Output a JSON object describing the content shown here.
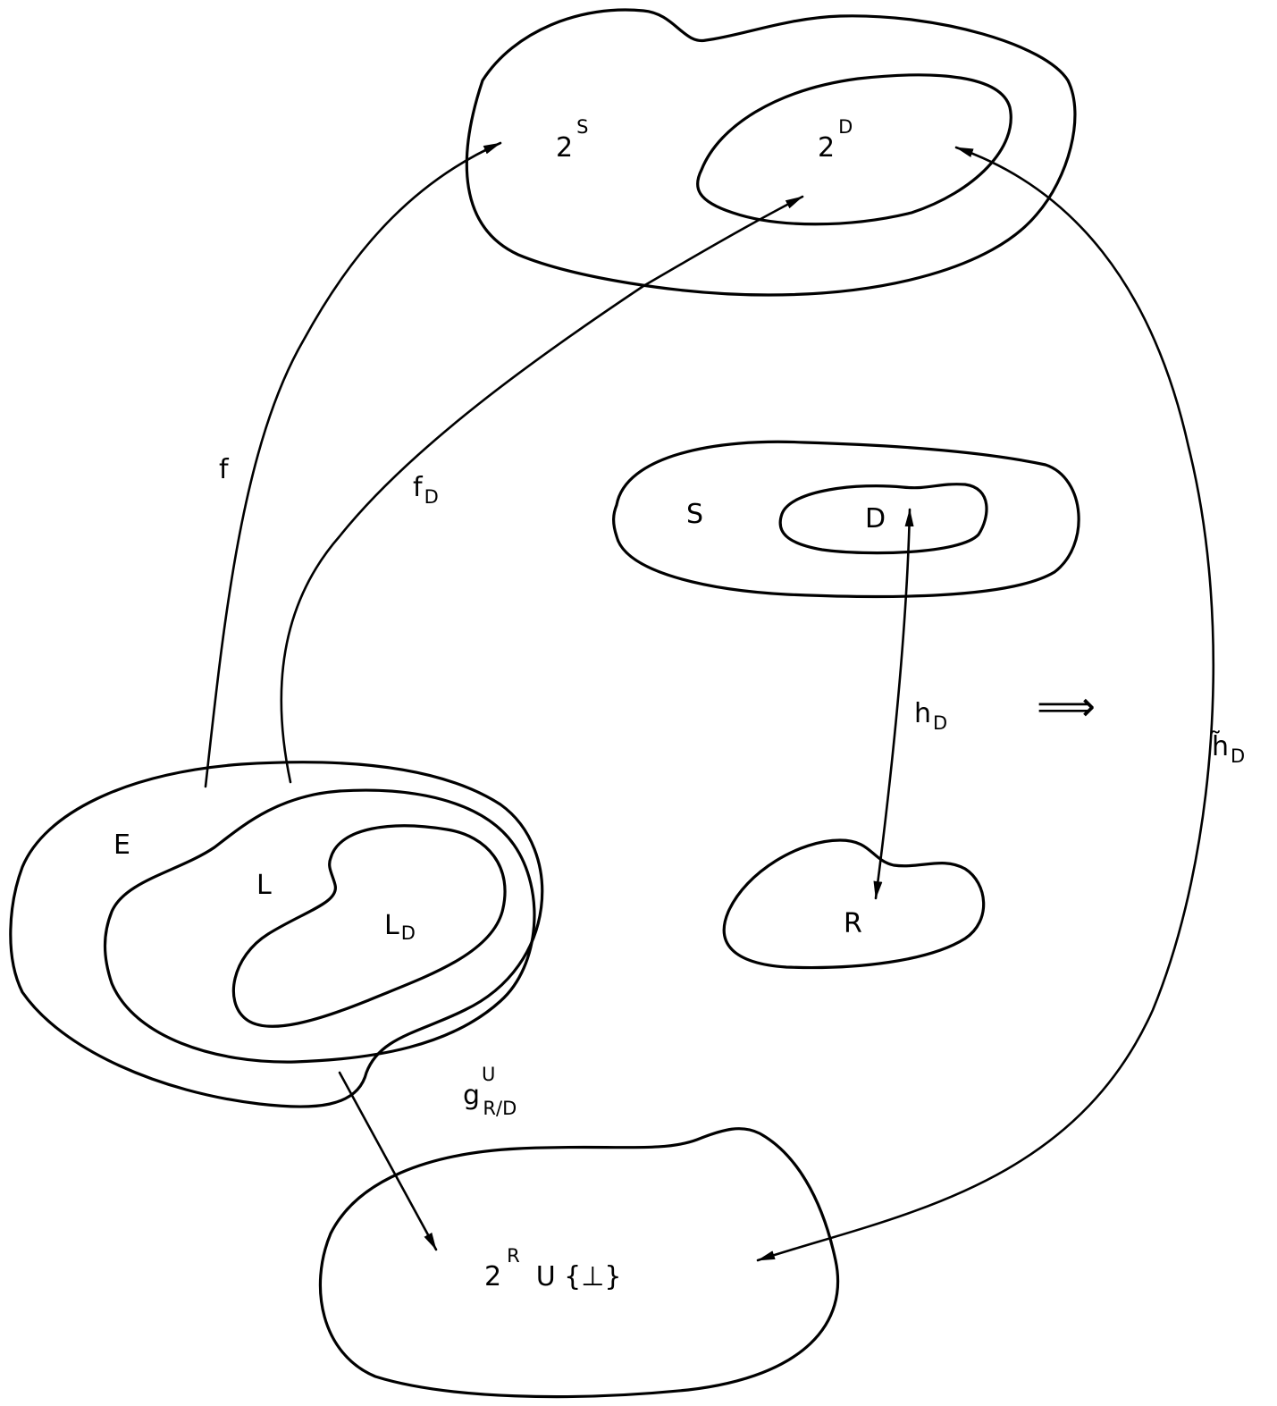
{
  "sets": {
    "two_s": {
      "base": "2",
      "sup": "S"
    },
    "two_d": {
      "base": "2",
      "sup": "D"
    },
    "s": "S",
    "d": "D",
    "r": "R",
    "e": "E",
    "l": "L",
    "l_d": {
      "base": "L",
      "sub": "D"
    },
    "codomain": {
      "base": "2",
      "sup": "R",
      "rest": "U {⊥}"
    }
  },
  "maps": {
    "f": "f",
    "f_d": {
      "base": "f",
      "sub": "D"
    },
    "h_d": {
      "base": "h",
      "sub": "D"
    },
    "h_tilde_d": {
      "base": "h̃",
      "sub": "D"
    },
    "g": {
      "base": "g",
      "sup": "U",
      "sub": "R/D"
    }
  },
  "implies_symbol": "⟹"
}
